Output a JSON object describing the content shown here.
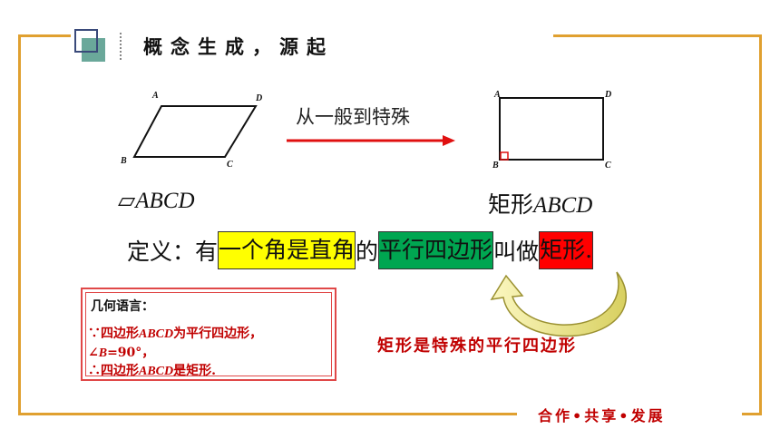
{
  "header": {
    "title": "概念生成，源起"
  },
  "figures": {
    "parallelogram": {
      "vertices": [
        "A",
        "B",
        "C",
        "D"
      ],
      "name_symbol": "▱",
      "name": "ABCD"
    },
    "rectangle": {
      "vertices": [
        "A",
        "B",
        "C",
        "D"
      ],
      "name_prefix": "矩形",
      "name": "ABCD"
    }
  },
  "arrow_label": "从一般到特殊",
  "definition": {
    "prefix": "定义：有",
    "part1": "一个角是直角",
    "mid1": "的",
    "part2": "平行四边形",
    "mid2": "叫做",
    "part3": "矩形."
  },
  "geometry_language": {
    "title": "几何语言：",
    "line1_prefix": "∵四边形",
    "line1_var": "ABCD",
    "line1_suffix": "为平行四边形，",
    "line2_prefix": "∠",
    "line2_var": "B",
    "line2_suffix": "=90°，",
    "line3_prefix": "∴四边形",
    "line3_var": "ABCD",
    "line3_suffix": "是矩形."
  },
  "special_note": "矩形是特殊的平行四边形",
  "footer": "合作•共享•发展",
  "colors": {
    "frame": "#e0a030",
    "accent_red": "#c00000",
    "highlight_yellow": "#ffff00",
    "highlight_green": "#00a651",
    "highlight_red": "#ff0000"
  }
}
